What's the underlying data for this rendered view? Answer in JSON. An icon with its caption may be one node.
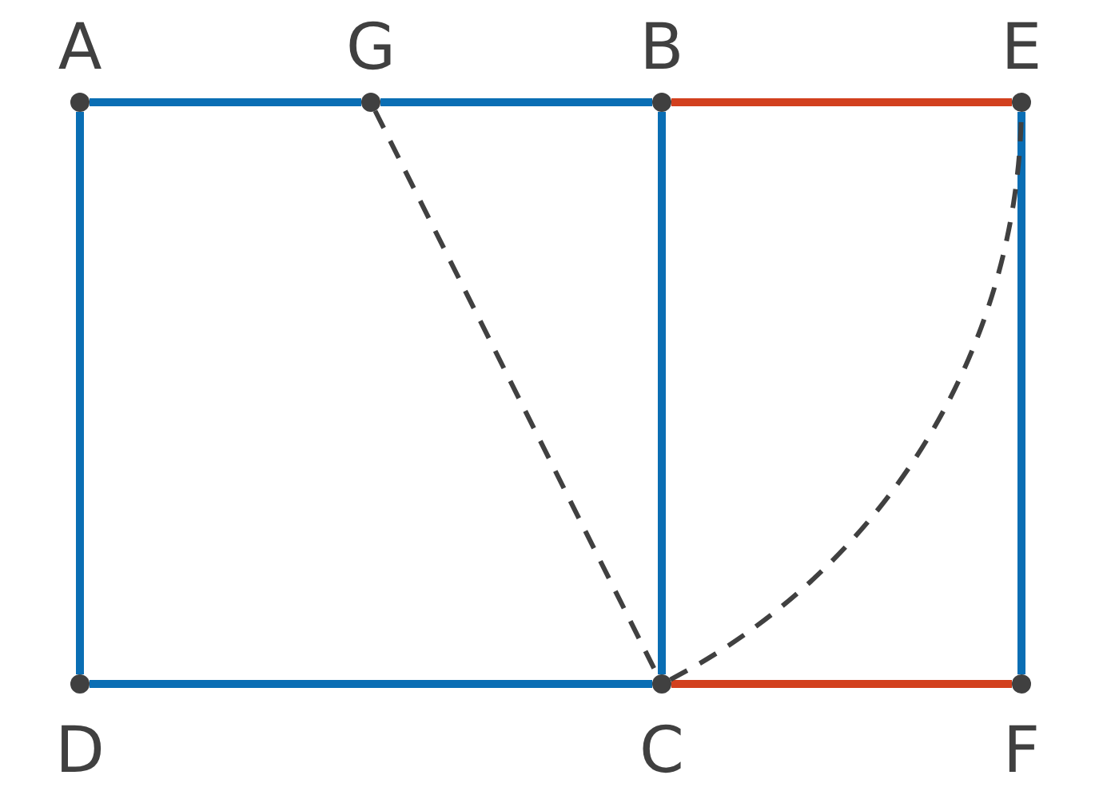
{
  "diagram": {
    "nodes": [
      {
        "text": [],
        "shape": "circle",
        "beside": [
          "A"
        ]
      },
      {
        "text": [],
        "shape": "circle",
        "beside": [
          "G"
        ]
      },
      {
        "text": [],
        "shape": "circle",
        "beside": [
          "B"
        ]
      },
      {
        "text": [],
        "shape": "circle",
        "beside": [
          "E"
        ]
      },
      {
        "text": [],
        "shape": "circle",
        "beside": [
          "D"
        ]
      },
      {
        "text": [],
        "shape": "circle",
        "beside": [
          "C"
        ]
      },
      {
        "text": [],
        "shape": "circle",
        "beside": [
          "F"
        ]
      }
    ],
    "edges": [
      {
        "from": 0,
        "to": 1,
        "arrow": "none"
      },
      {
        "from": 1,
        "to": 2,
        "arrow": "none"
      },
      {
        "from": 2,
        "to": 3,
        "arrow": "none",
        "color": "#d2401e"
      },
      {
        "from": 3,
        "to": 6,
        "arrow": "none"
      },
      {
        "from": 6,
        "to": 5,
        "arrow": "none",
        "color": "#d2401e"
      },
      {
        "from": 5,
        "to": 4,
        "arrow": "none"
      },
      {
        "from": 4,
        "to": 0,
        "arrow": "none"
      },
      {
        "from": 2,
        "to": 5,
        "arrow": "none"
      },
      {
        "from": 1,
        "to": 5,
        "arrow": "none",
        "style": "dashed",
        "color": "#404040"
      },
      {
        "from": 5,
        "to": 3,
        "arrow": "none",
        "style": "dashed",
        "color": "#404040"
      }
    ]
  }
}
